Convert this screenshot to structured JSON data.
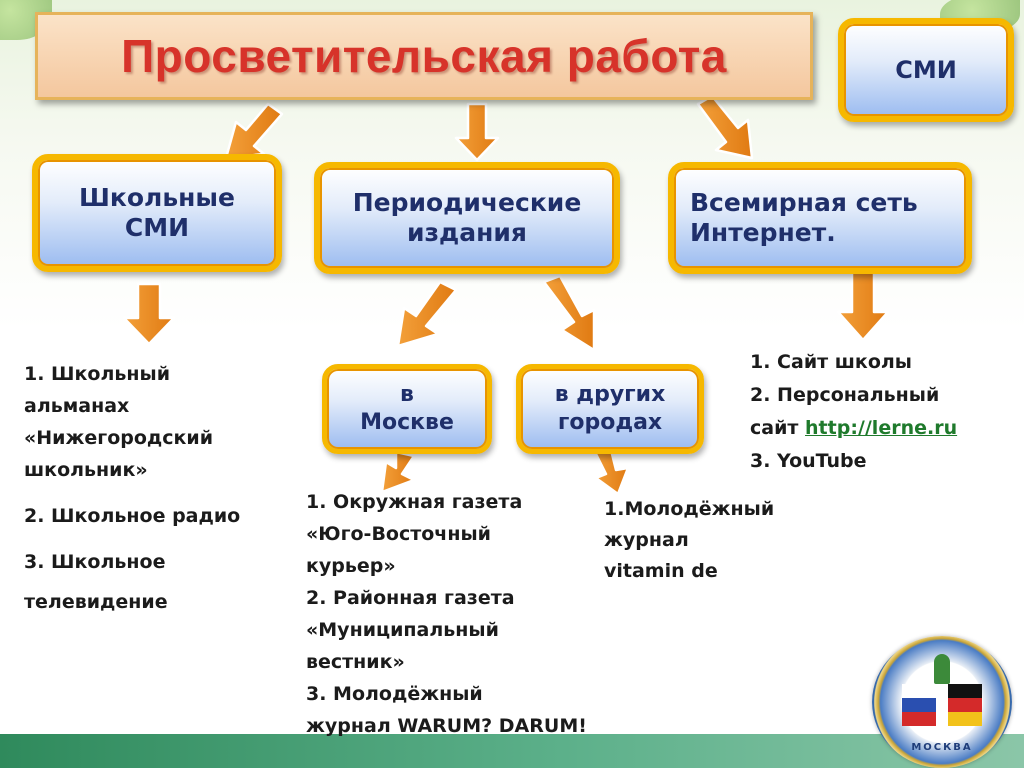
{
  "title": "Просветительская работа",
  "nodes": {
    "smi": "СМИ",
    "school_smi": "Школьные\nСМИ",
    "periodicals": "Периодические\nиздания",
    "internet": "Всемирная сеть\nИнтернет.",
    "moscow": "в\nМоскве",
    "other_cities": "в других\nгородах"
  },
  "school_list": [
    "1. Школьный\nальманах\n«Нижегородский\nшкольник»",
    "2. Школьное радио",
    "3. Школьное\nтелевидение"
  ],
  "moscow_list": [
    "1. Окружная газета\n«Юго-Восточный\nкурьер»",
    "2. Районная газета\n«Муниципальный\nвестник»",
    "3. Молодёжный\nжурнал WARUM? DARUM!"
  ],
  "cities_list": "1.Молодёжный\nжурнал\nvitamin de",
  "internet_list": {
    "item1": "1. Сайт школы",
    "item2": "2. Персональный",
    "item2b_prefix": "сайт ",
    "link": "http://lerne.ru",
    "item3": "3. YouTube"
  },
  "emblem_text": "МОСКВА",
  "colors": {
    "title_text": "#d7332a",
    "node_border": "#f6b800",
    "arrow": "#f08a1c",
    "link": "#1f7a2c"
  }
}
